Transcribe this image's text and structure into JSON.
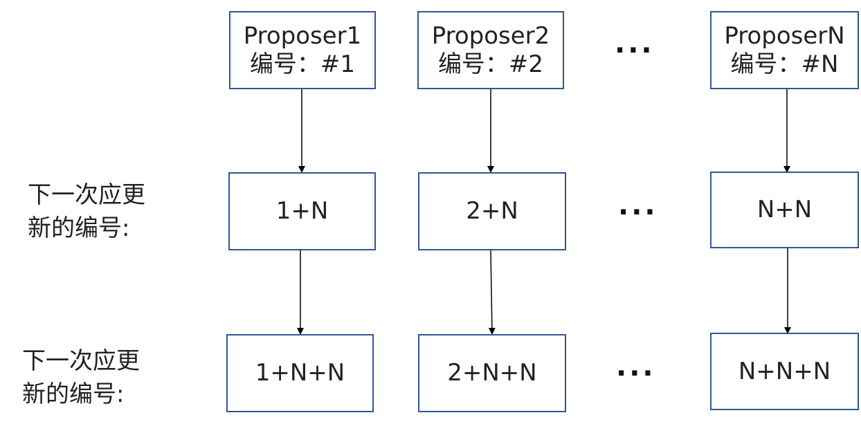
{
  "colors": {
    "box_border": "#2f5597",
    "arrow": "#000000",
    "text": "#222222"
  },
  "proposers": [
    {
      "name": "Proposer1",
      "number": "编号：#1",
      "next1": "1+N",
      "next2": "1+N+N"
    },
    {
      "name": "Proposer2",
      "number": "编号：#2",
      "next1": "2+N",
      "next2": "2+N+N"
    },
    {
      "name": "ProposerN",
      "number": "编号：#N",
      "next1": "N+N",
      "next2": "N+N+N"
    }
  ],
  "ellipsis": "···",
  "row_labels": {
    "row2": "下一次应更\n新的编号:",
    "row3": "下一次应更\n新的编号:"
  }
}
